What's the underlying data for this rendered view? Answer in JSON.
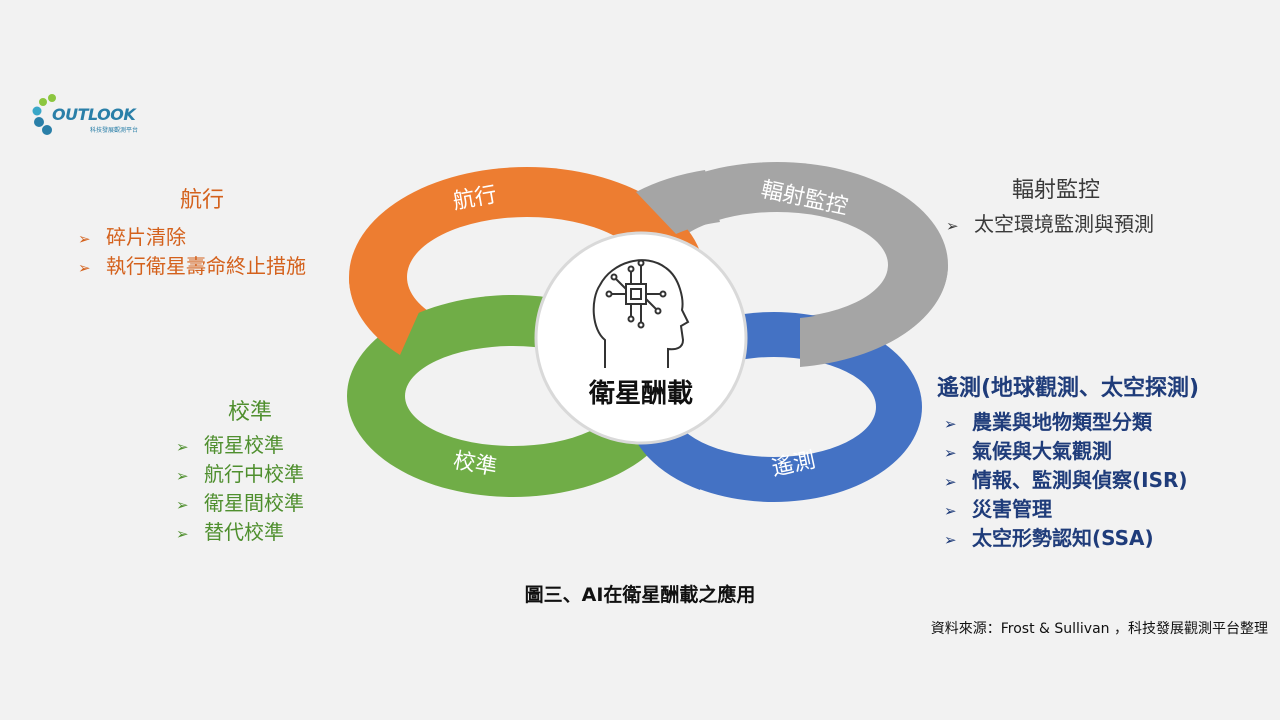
{
  "logo": {
    "name": "OUTLOOK",
    "subtitle": "科技發展觀測平台"
  },
  "diagram": {
    "center_label": "衛星酬載",
    "ring_labels": {
      "navigation": "航行",
      "radiation": "輻射監控",
      "calibration": "校準",
      "remote_sensing": "遙測"
    }
  },
  "navigation": {
    "title": "航行",
    "items": [
      "碎片清除",
      "執行衛星壽命終止措施"
    ]
  },
  "radiation": {
    "title": "輻射監控",
    "items": [
      "太空環境監測與預測"
    ]
  },
  "calibration": {
    "title": "校準",
    "items": [
      "衛星校準",
      "航行中校準",
      "衛星間校準",
      "替代校準"
    ]
  },
  "remote_sensing": {
    "title": "遙測(地球觀測、太空探測)",
    "items": [
      "農業與地物類型分類",
      "氣候與大氣觀測",
      "情報、監測與偵察(ISR)",
      "災害管理",
      "太空形勢認知(SSA)"
    ]
  },
  "bullet_symbol": "➢",
  "caption": "圖三、AI在衛星酬載之應用",
  "source": "資料來源：Frost & Sullivan ，科技發展觀測平台整理",
  "colors": {
    "navigation": "#ed7d31",
    "radiation": "#a5a5a5",
    "calibration": "#70ad47",
    "remote_sensing": "#4472c4"
  },
  "icons": {
    "center": "ai-brain-chip-icon",
    "bullet": "arrow-bullet-icon"
  }
}
